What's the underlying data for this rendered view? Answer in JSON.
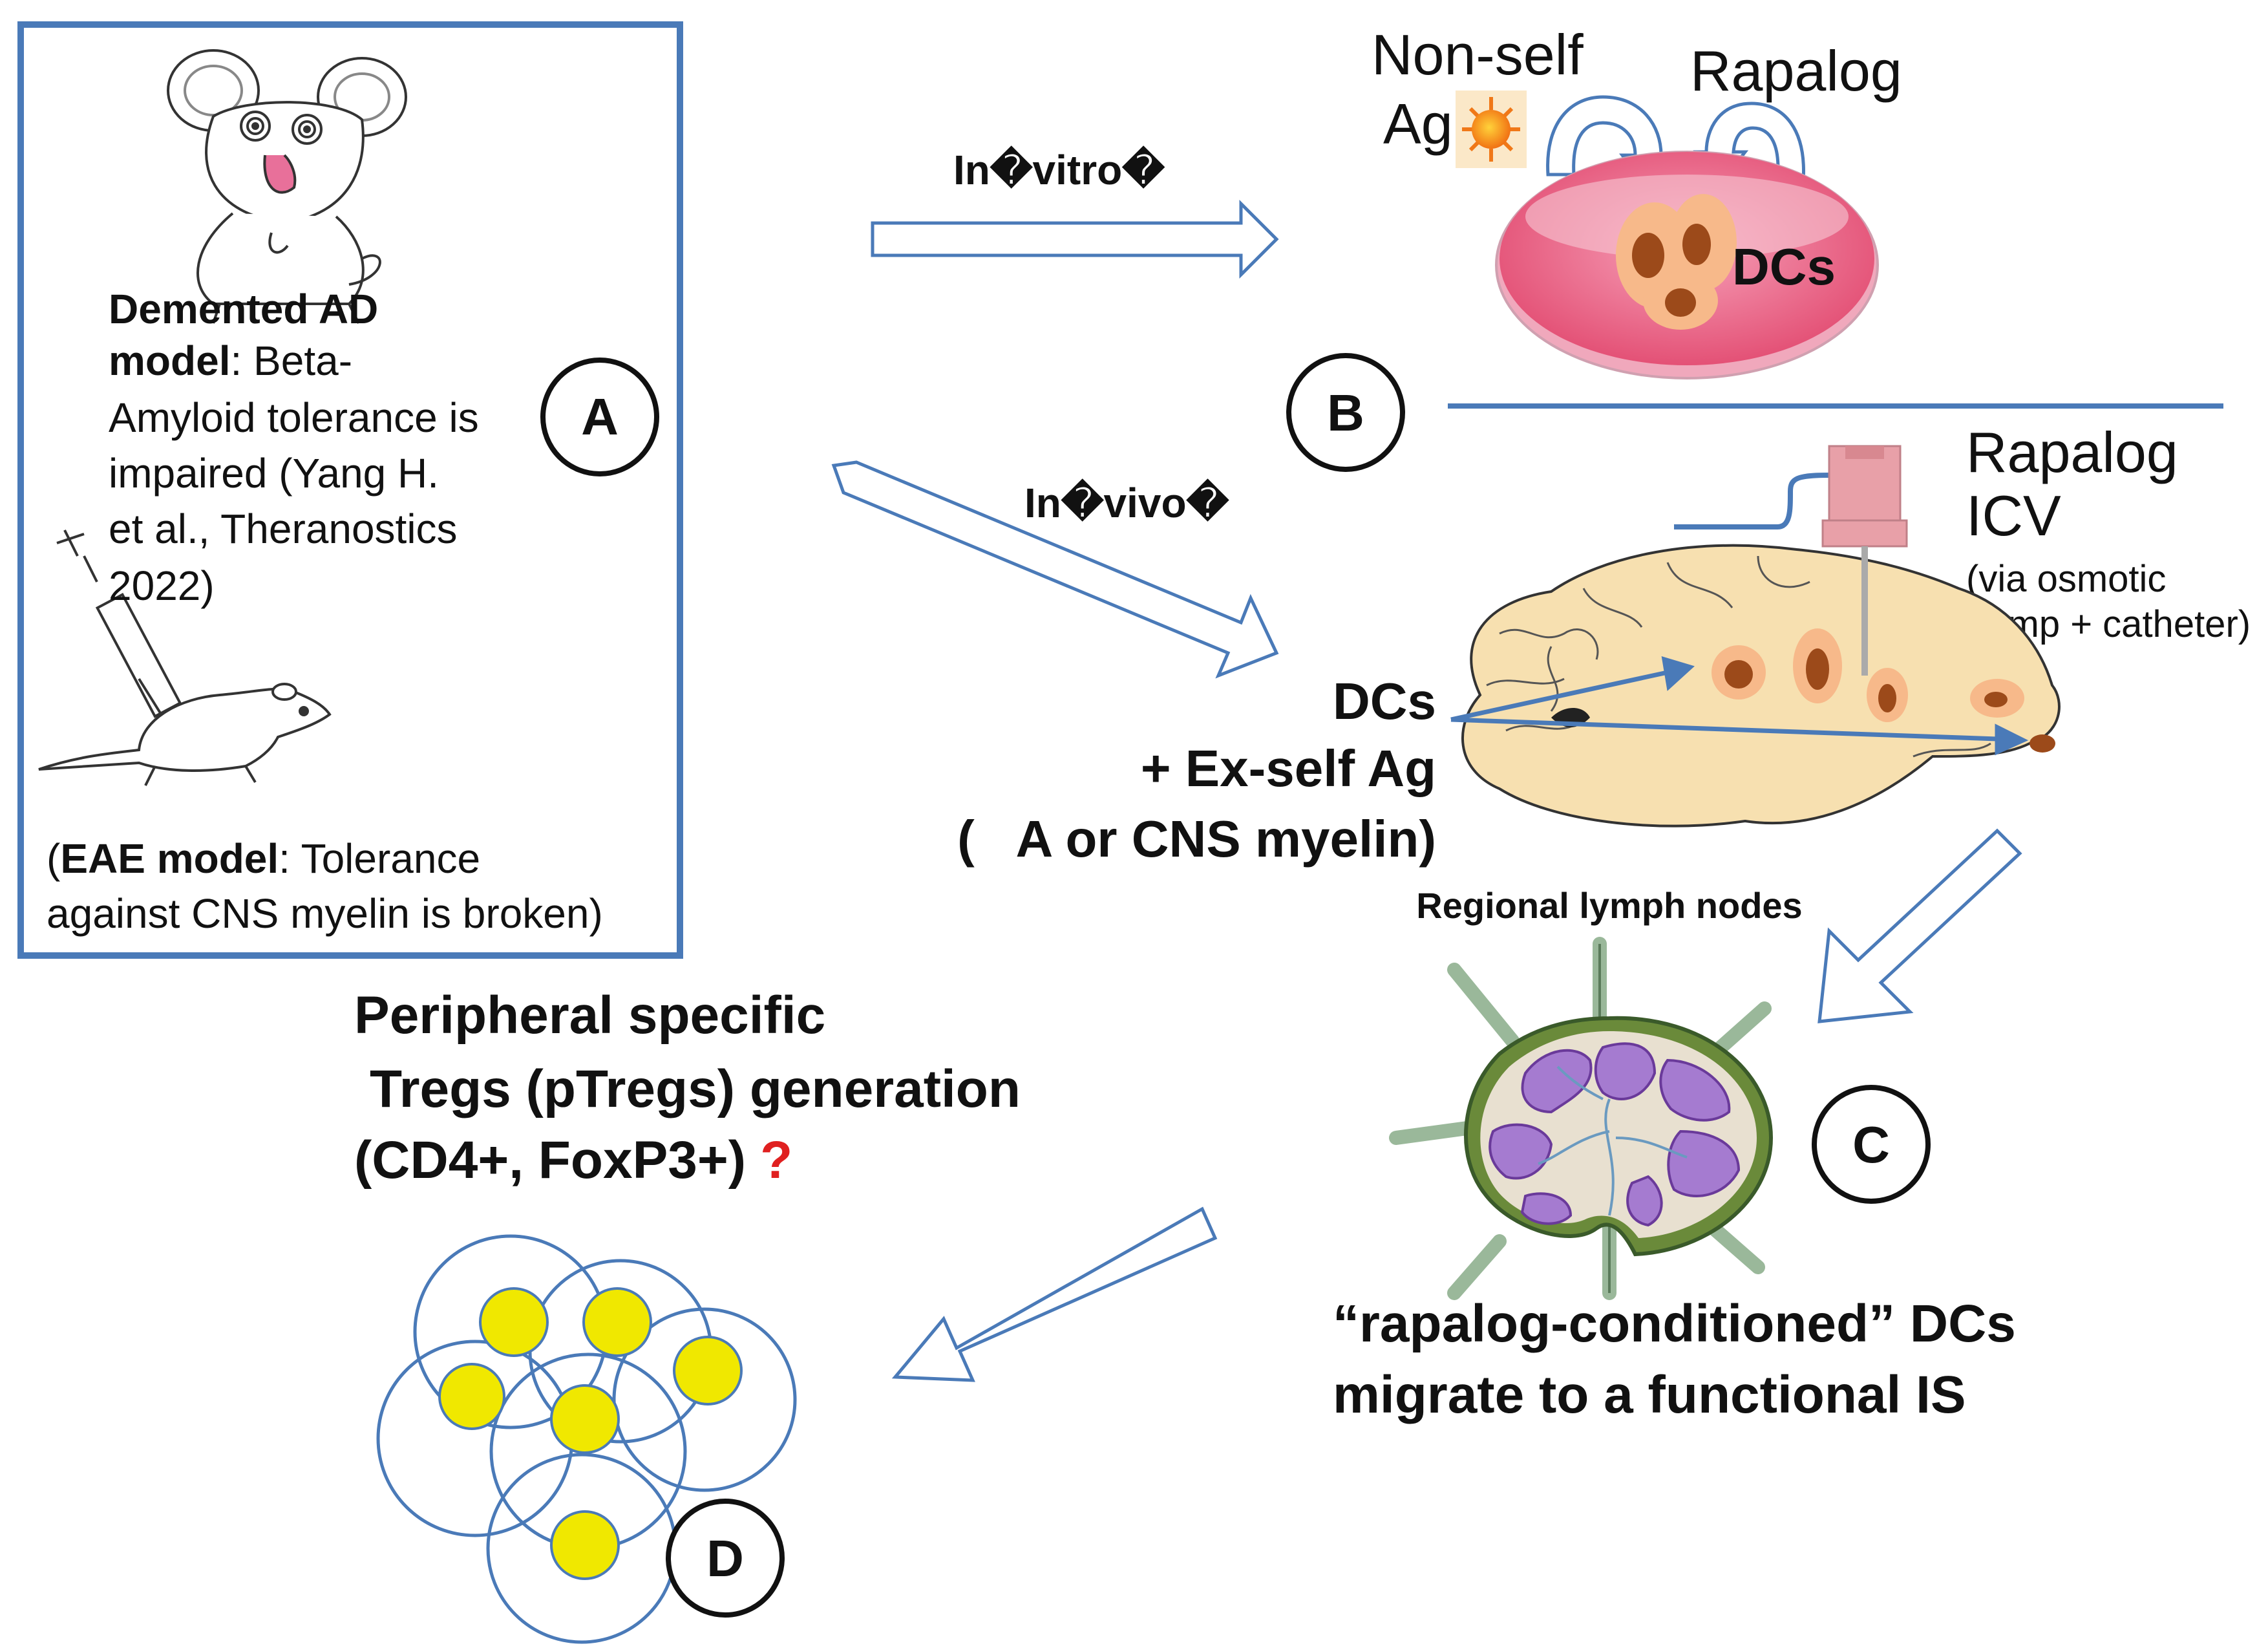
{
  "panel_a": {
    "label": "A",
    "ad_line1": "Demented AD",
    "ad_line2_bold": "model",
    "ad_line2_rest": ": Beta-",
    "ad_line3": "Amyloid tolerance is",
    "ad_line4": "impaired (Yang H.",
    "ad_line5": "et al., Theranostics",
    "ad_line6": "2022)",
    "eae_open": "(",
    "eae_bold": "EAE model",
    "eae_rest": ": Tolerance",
    "eae_line2": "against CNS myelin is broken)"
  },
  "arrows": {
    "in_vitro": "In�vitro�",
    "in_vivo": "In�vivo�"
  },
  "panel_b": {
    "label": "B",
    "nonself_line1": "Non-self",
    "nonself_line2": "Ag",
    "rapalog": "Rapalog",
    "dcs": "DCs"
  },
  "invivo_panel": {
    "rapalog": "Rapalog",
    "icv": "ICV",
    "via_line1": "(via osmotic",
    "via_line2": "pump + catheter)",
    "dcs": "DCs",
    "exself": "+ Ex-self Ag",
    "abeta": "(   A or CNS myelin)"
  },
  "panel_c": {
    "label": "C",
    "lymph_title": "Regional lymph nodes",
    "caption_line1": "“rapalog-conditioned” DCs",
    "caption_line2": "migrate to a functional IS"
  },
  "panel_d": {
    "label": "D",
    "title_line1": "Peripheral specific",
    "title_line2": "Tregs (pTregs) generation",
    "title_line3": "(CD4+, FoxP3+)",
    "question": "?"
  },
  "colors": {
    "accent_blue": "#4a7ab8",
    "brain": "#f7e0b0",
    "dish_pink": "#e9557a",
    "cell_core": "#9c4a1a",
    "treg_yellow": "#f0e800",
    "lymph_purple": "#a57bd0",
    "question_red": "#e02020"
  }
}
